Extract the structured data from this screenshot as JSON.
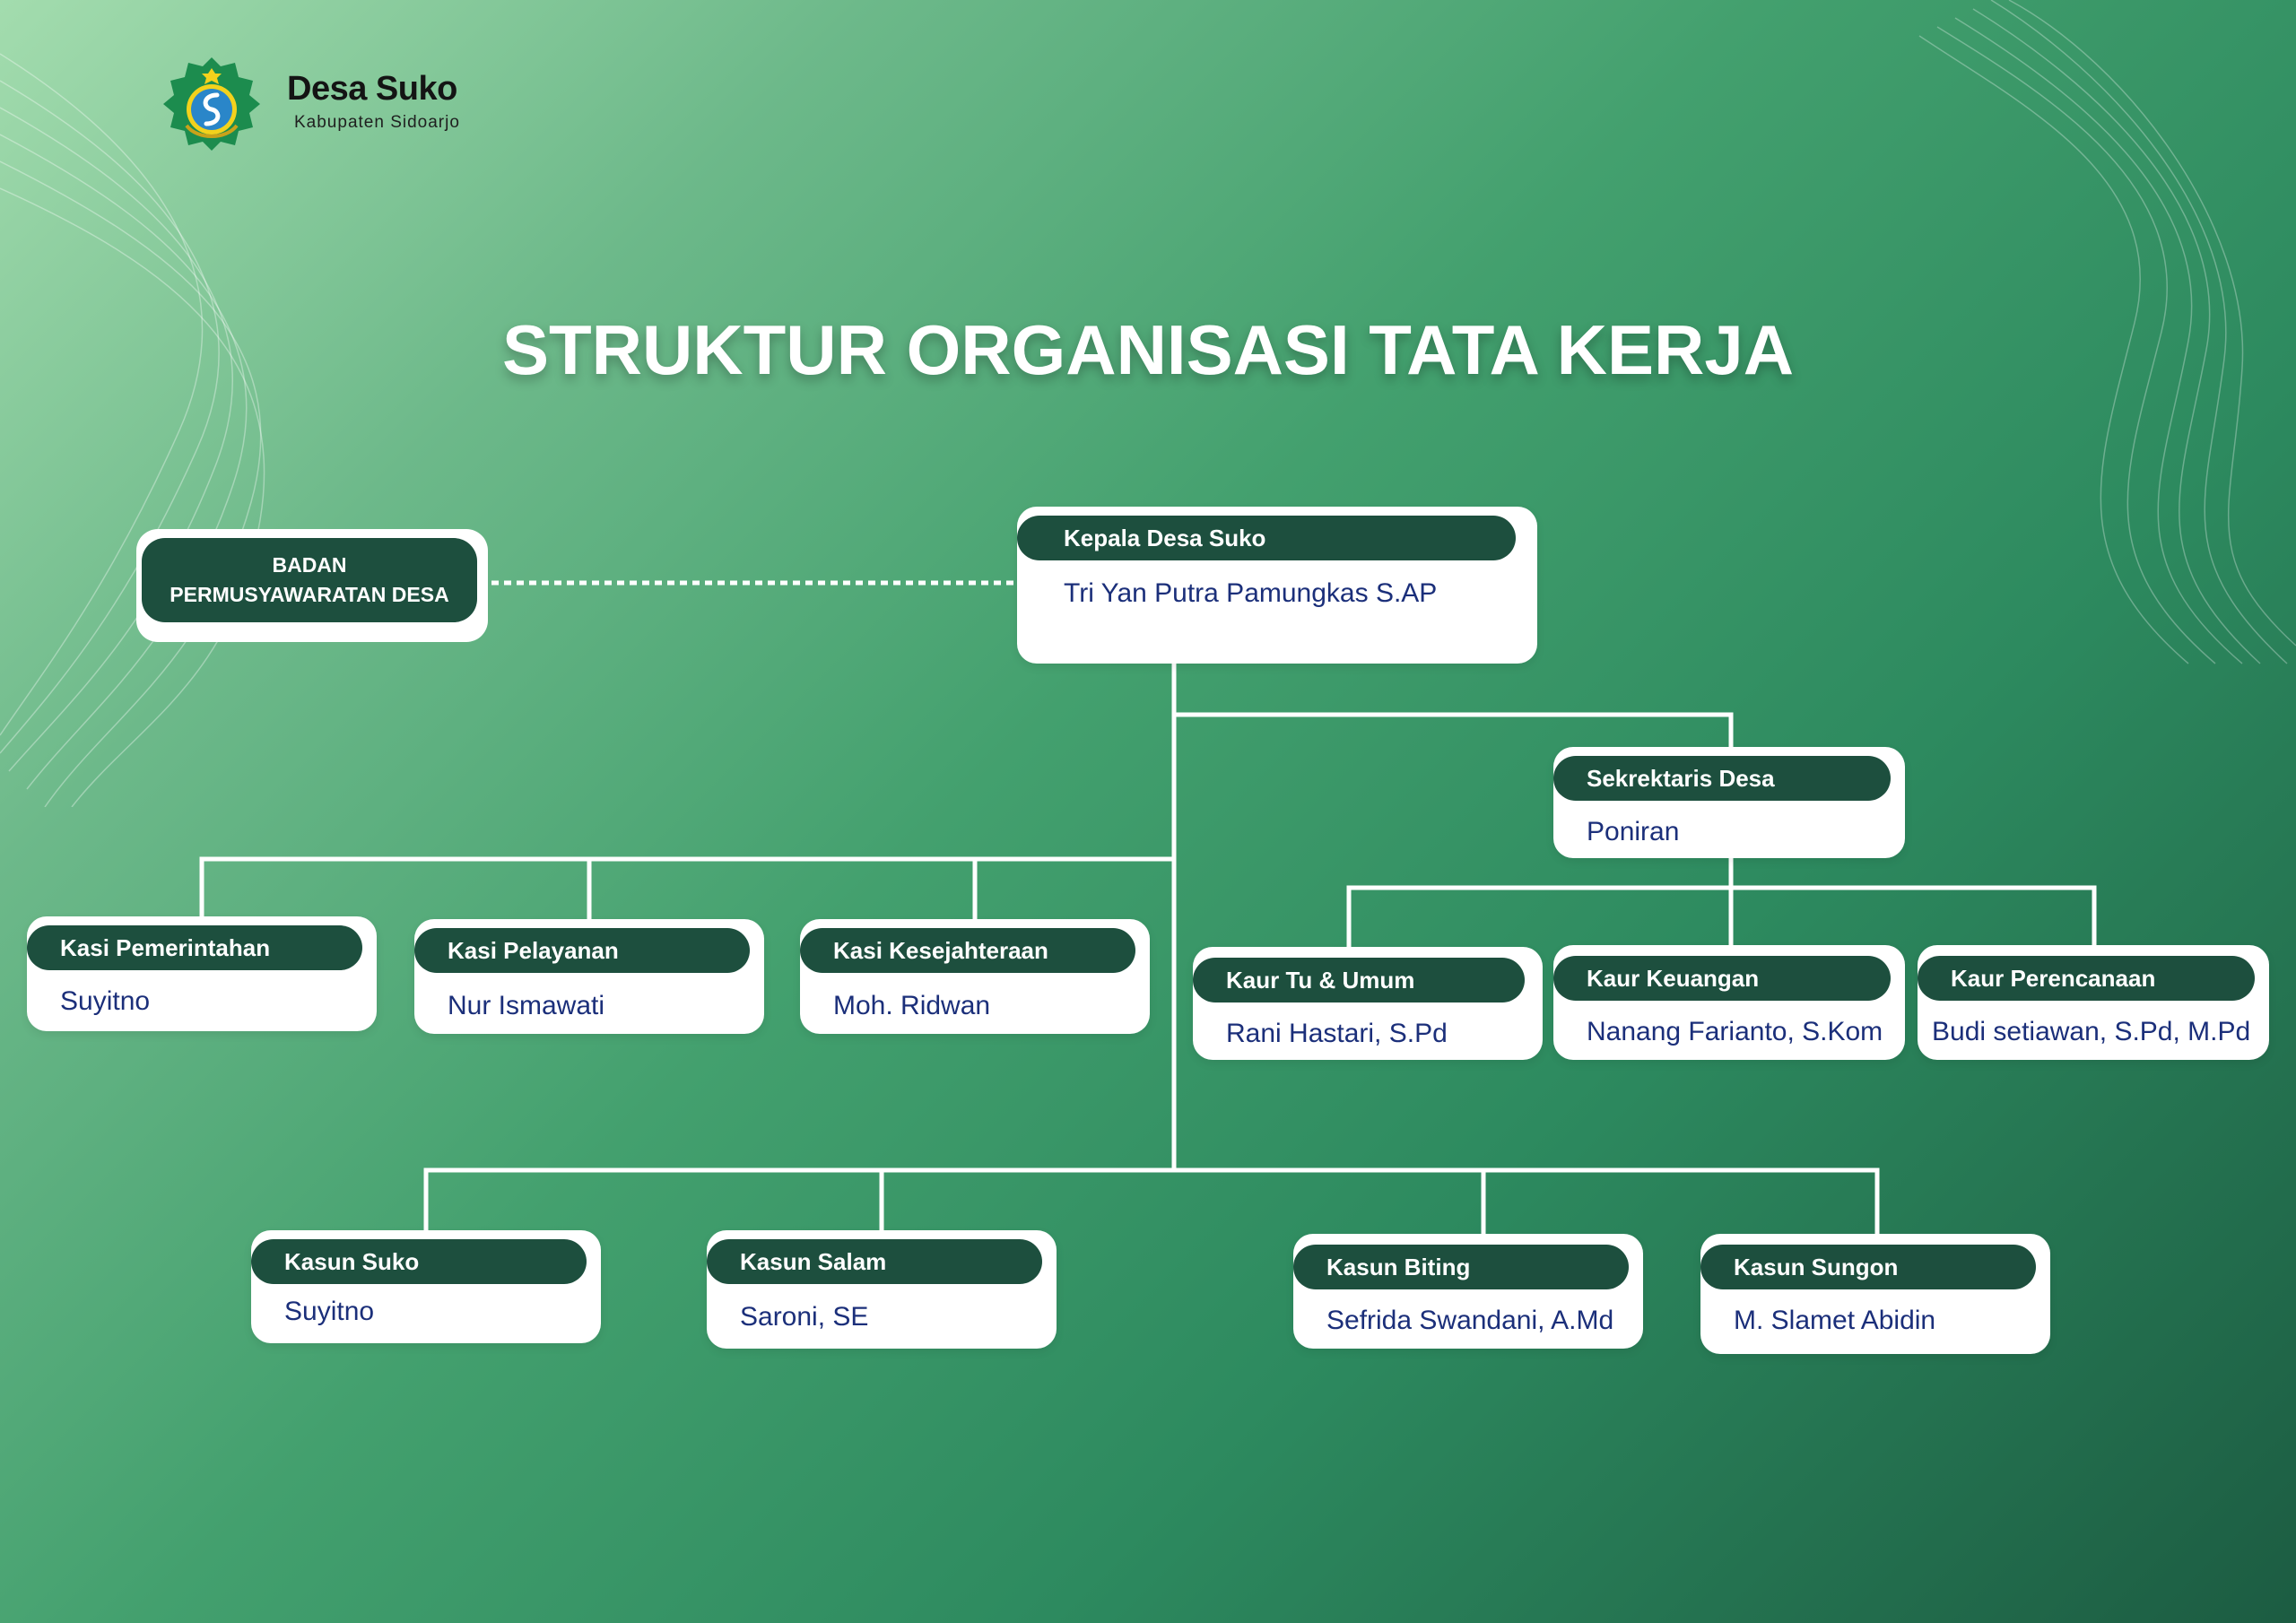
{
  "header": {
    "brand_name": "Desa Suko",
    "brand_sub": "Kabupaten Sidoarjo"
  },
  "title": "STRUKTUR ORGANISASI TATA KERJA",
  "bpd": {
    "line1": "BADAN",
    "line2": "PERMUSYAWARATAN DESA"
  },
  "nodes": {
    "kepala": {
      "role": "Kepala Desa Suko",
      "name": "Tri Yan Putra Pamungkas S.AP"
    },
    "sekretaris": {
      "role": "Sekrektaris Desa",
      "name": "Poniran"
    },
    "kasi_pemerintahan": {
      "role": "Kasi Pemerintahan",
      "name": "Suyitno"
    },
    "kasi_pelayanan": {
      "role": "Kasi Pelayanan",
      "name": "Nur Ismawati"
    },
    "kasi_kesejahteraan": {
      "role": "Kasi Kesejahteraan",
      "name": "Moh. Ridwan"
    },
    "kaur_tu": {
      "role": "Kaur Tu & Umum",
      "name": "Rani Hastari, S.Pd"
    },
    "kaur_keuangan": {
      "role": "Kaur Keuangan",
      "name": "Nanang Farianto, S.Kom"
    },
    "kaur_perencanaan": {
      "role": "Kaur Perencanaan",
      "name": "Budi setiawan, S.Pd, M.Pd"
    },
    "kasun_suko": {
      "role": "Kasun Suko",
      "name": "Suyitno"
    },
    "kasun_salam": {
      "role": "Kasun Salam",
      "name": "Saroni, SE"
    },
    "kasun_biting": {
      "role": "Kasun Biting",
      "name": "Sefrida Swandani, A.Md"
    },
    "kasun_sungon": {
      "role": "Kasun Sungon",
      "name": "M. Slamet Abidin"
    }
  },
  "colors": {
    "pill": "#1d4f3e",
    "name_text": "#1b2f7a",
    "connector": "#ffffff"
  }
}
